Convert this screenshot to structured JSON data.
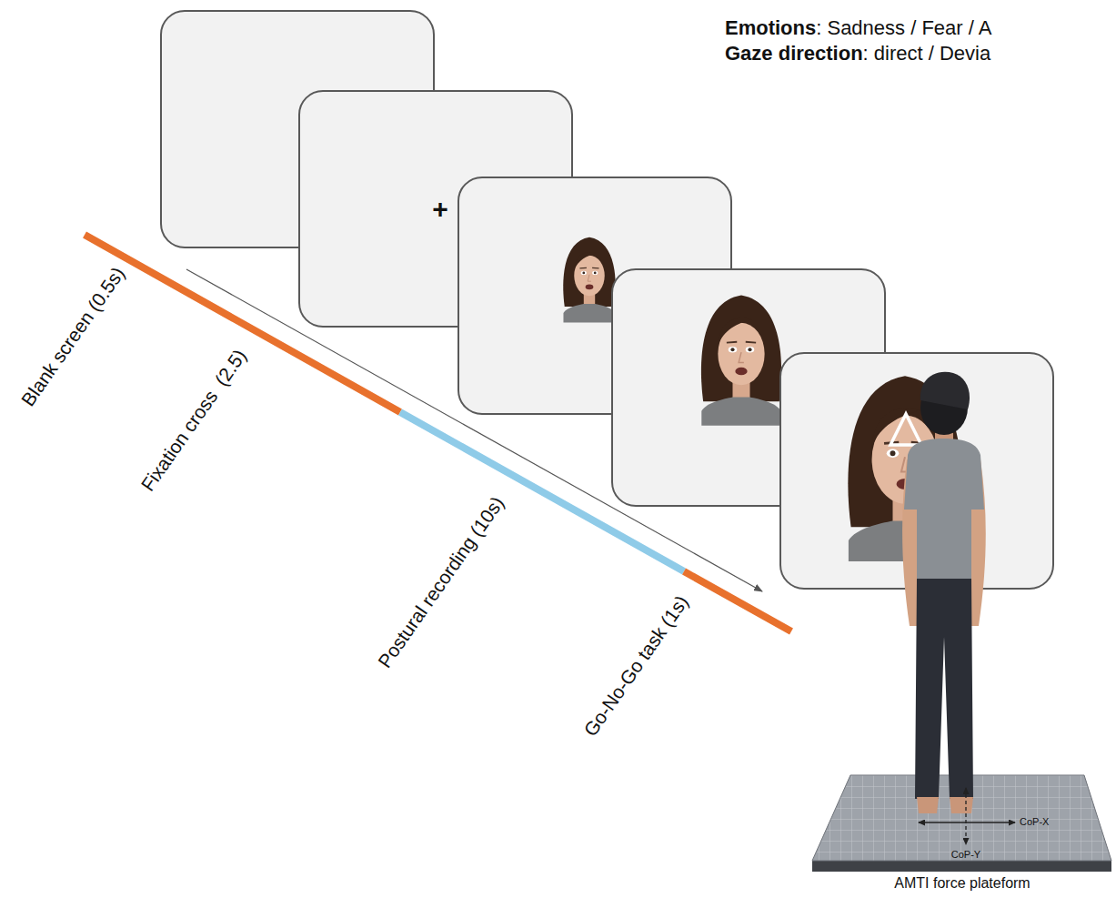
{
  "diagram": {
    "nodes": [
      {
        "text": [
          "+"
        ]
      }
    ],
    "labels": [
      "Emotions",
      ": Sadness / Fear / A",
      "Gaze direction",
      ": direct / Devia",
      "Blank screen (0.5s)",
      "Fixation cross  (2.5)",
      "Postural recording (10s)",
      "Go-No-Go task (1s)",
      "CoP-X",
      "CoP-Y",
      "AMTI force plateform"
    ]
  }
}
